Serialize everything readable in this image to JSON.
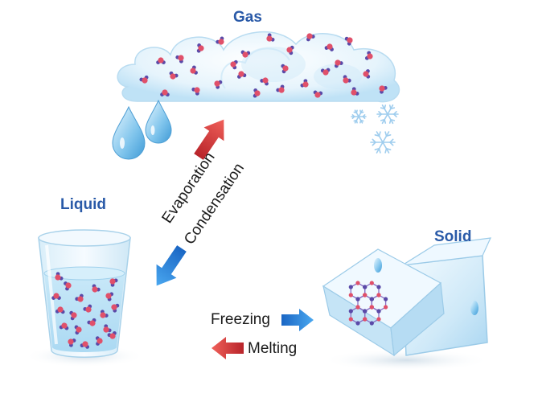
{
  "states": {
    "gas": "Gas",
    "liquid": "Liquid",
    "solid": "Solid"
  },
  "processes": {
    "evaporation": "Evaporation",
    "condensation": "Condensation",
    "freezing": "Freezing",
    "melting": "Melting"
  },
  "colors": {
    "state_label": "#2a5aa8",
    "arrow_red": "#e0403a",
    "arrow_blue": "#2a8ae0",
    "molecule": "#5a4aa8",
    "water": "#bfe3f7",
    "ice": "#d8eefb"
  }
}
